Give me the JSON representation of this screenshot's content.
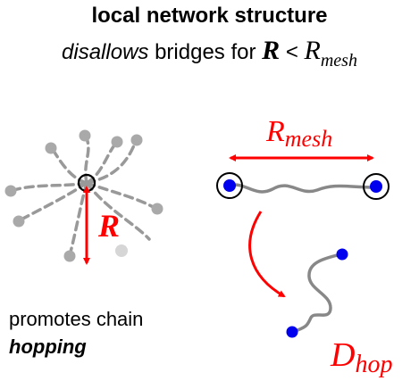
{
  "title": "local network structure",
  "subtitle": {
    "word_italic": "disallows",
    "middle": " bridges for ",
    "R_symbol": "R",
    "lt": " < ",
    "R_mesh_symbol": "R",
    "R_mesh_sub": "mesh"
  },
  "labels": {
    "R": "R",
    "Rmesh_main": "R",
    "Rmesh_sub": "mesh",
    "Dhop_main": "D",
    "Dhop_sub": "hop"
  },
  "caption": {
    "line1": "promotes chain",
    "line2": "hopping"
  },
  "colors": {
    "red": "#ff0000",
    "blue": "#0000ee",
    "gray_chain": "#999999",
    "gray_bead": "#a9a9a9",
    "light_bead": "#d6d6d6"
  }
}
